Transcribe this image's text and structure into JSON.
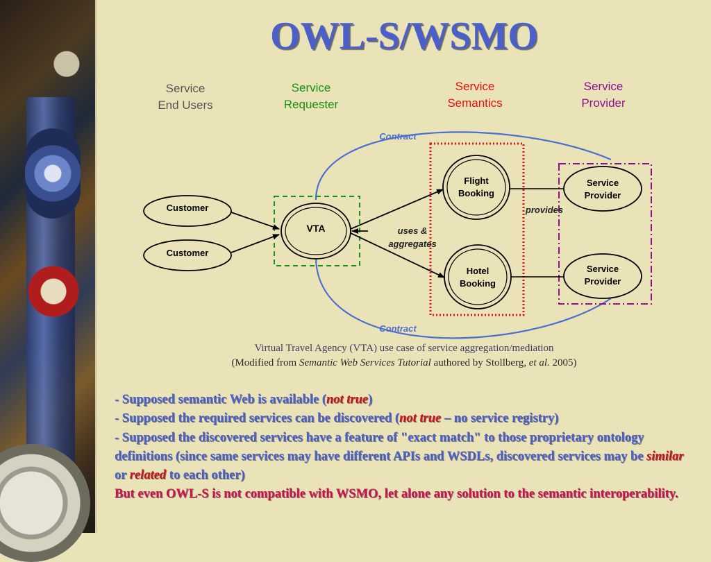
{
  "title": "OWL-S/WSMO",
  "columns": {
    "end_users": {
      "line1": "Service",
      "line2": "End Users",
      "color": "#555555"
    },
    "requester": {
      "line1": "Service",
      "line2": "Requester",
      "color": "#169016"
    },
    "semantics": {
      "line1": "Service",
      "line2": "Semantics",
      "color": "#e01010"
    },
    "provider": {
      "line1": "Service",
      "line2": "Provider",
      "color": "#8a1090"
    }
  },
  "nodes": {
    "customer1": "Customer",
    "customer2": "Customer",
    "vta": "VTA",
    "flight": {
      "line1": "Flight",
      "line2": "Booking"
    },
    "hotel": {
      "line1": "Hotel",
      "line2": "Booking"
    },
    "provider1": {
      "line1": "Service",
      "line2": "Provider"
    },
    "provider2": {
      "line1": "Service",
      "line2": "Provider"
    }
  },
  "labels": {
    "contract_top": "Contract",
    "contract_bottom": "Contract",
    "uses_line1": "uses &",
    "uses_line2": "aggregates",
    "provides": "provides"
  },
  "caption": {
    "line1": "Virtual Travel Agency (VTA) use case of service aggregation/mediation",
    "line2_pre": "(Modified from ",
    "line2_italic": "Semantic Web Services Tutorial",
    "line2_mid": " authored by Stollberg, ",
    "line2_italic2": "et al.",
    "line2_post": " 2005)"
  },
  "bullets": {
    "b1_pre": "- Supposed semantic Web is available (",
    "b1_red": "not true",
    "b1_post": ")",
    "b2_pre": "- Supposed the required services can be discovered (",
    "b2_red": "not true",
    "b2_post": " – no service registry)",
    "b3_pre": "- Supposed the discovered services have a feature of \"exact match\" to those proprietary ontology definitions (since same services may have different APIs and WSDLs, discovered services may be ",
    "b3_red1": "similar",
    "b3_mid": " or ",
    "b3_red2": "related",
    "b3_post": " to each other)",
    "conclusion": "But even OWL-S is not compatible with WSMO, let alone any solution to the semantic interoperability."
  },
  "colors": {
    "title": "#4a5fc7",
    "contract": "#4a6fd0",
    "requester_box": "#169016",
    "semantics_box": "#e01010",
    "provider_box": "#8a1090",
    "emphasis": "#d01010",
    "conclusion": "#d0104a"
  }
}
